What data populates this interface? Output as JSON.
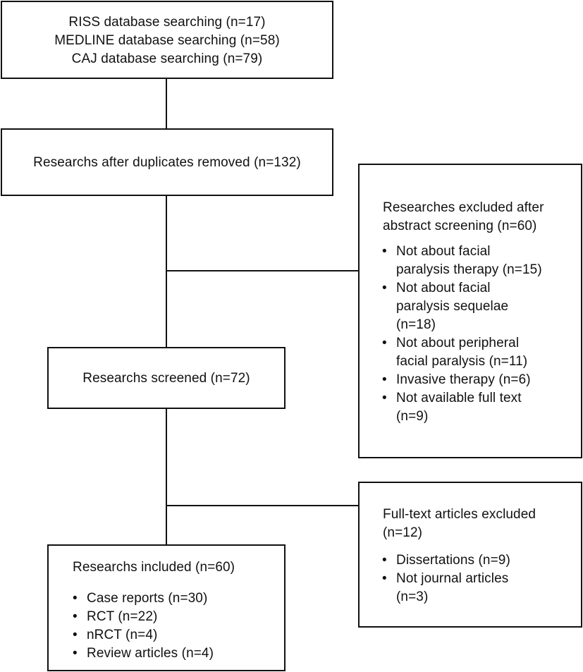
{
  "identification": {
    "lines": [
      "RISS database searching (n=17)",
      "MEDLINE database searching (n=58)",
      "CAJ database searching (n=79)"
    ]
  },
  "duplicates_removed": {
    "label": "Researchs after duplicates removed (n=132)"
  },
  "abstract_exclusion": {
    "heading_lines": [
      "Researches excluded after",
      "abstract screening (n=60)"
    ],
    "items": [
      [
        "Not about facial",
        "paralysis therapy (n=15)"
      ],
      [
        "Not about facial",
        "paralysis sequelae",
        "(n=18)"
      ],
      [
        "Not about peripheral",
        "facial paralysis (n=11)"
      ],
      [
        "Invasive therapy (n=6)"
      ],
      [
        "Not available full text",
        "(n=9)"
      ]
    ]
  },
  "screened": {
    "label": "Researchs screened (n=72)"
  },
  "fulltext_exclusion": {
    "heading_lines": [
      "Full-text articles excluded",
      "(n=12)"
    ],
    "items": [
      [
        "Dissertations (n=9)"
      ],
      [
        "Not journal articles",
        "(n=3)"
      ]
    ]
  },
  "included": {
    "heading": "Researchs included (n=60)",
    "items": [
      [
        "Case reports (n=30)"
      ],
      [
        "RCT (n=22)"
      ],
      [
        "nRCT (n=4)"
      ],
      [
        "Review articles (n=4)"
      ]
    ]
  }
}
